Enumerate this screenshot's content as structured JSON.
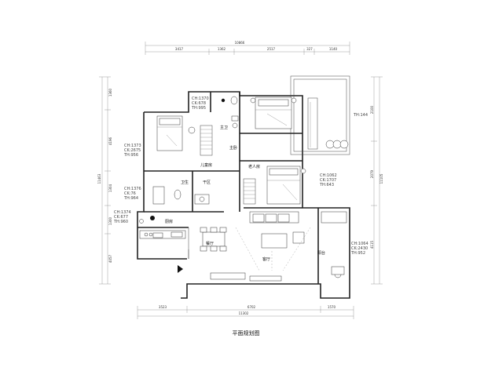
{
  "drawing": {
    "title": "平面规划图",
    "top_dimensions": {
      "overall": "10866",
      "segments": [
        "3417",
        "1362",
        "2517",
        "327",
        "1140"
      ]
    },
    "bottom_dimensions": {
      "overall": "11302",
      "segments": [
        "3523",
        "6702",
        "1570"
      ]
    },
    "left_dimensions": [
      "1360",
      "4196",
      "1304",
      "1300",
      "4057"
    ],
    "left_overall": "11463",
    "right_dimensions": [
      "2100",
      "2079",
      "4115"
    ],
    "right_overall": "11105"
  },
  "rooms": {
    "bedroom_left": {
      "label": "儿童房",
      "notes": [
        "CH:1373",
        "CK:2675",
        "TH:956"
      ]
    },
    "master_top": {
      "notes": [
        "CH:1370",
        "CK:678",
        "TH:995"
      ]
    },
    "master_bath": {
      "label": "主卫"
    },
    "master_bedroom": {
      "label": "主卧"
    },
    "bedroom_right": {
      "label": "老人房",
      "notes": [
        "CH:1062",
        "CK:1707",
        "TH:643"
      ]
    },
    "bathroom": {
      "label": "卫生",
      "notes": [
        "CH:1376",
        "CK:76",
        "TH:964"
      ]
    },
    "laundry": {
      "label": "干区"
    },
    "kitchen": {
      "label": "厨房",
      "notes": [
        "CH:1374",
        "CK:677",
        "TH:960"
      ]
    },
    "dining": {
      "label": "餐厅"
    },
    "living": {
      "label": "客厅"
    },
    "balcony_bottom": {
      "label": "阳台",
      "notes": [
        "CH:1064",
        "CK:2430",
        "TH:952"
      ]
    },
    "balcony_top": {
      "notes": [
        "TH:144"
      ]
    }
  }
}
